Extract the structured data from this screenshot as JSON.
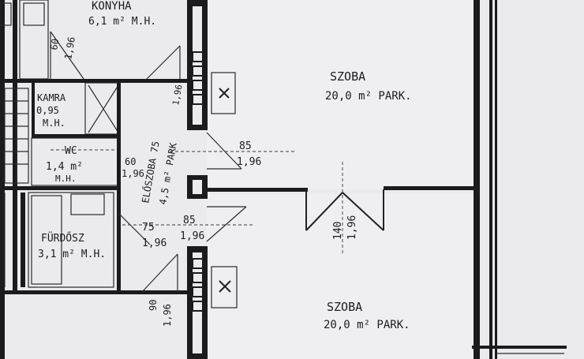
{
  "rooms": {
    "kitchen": {
      "name": "KONYHA",
      "area": "6,1 m² M.H."
    },
    "pantry": {
      "name": "KAMRA",
      "area": "0,95",
      "floor": "M.H."
    },
    "wc": {
      "name": "WC",
      "area": "1,4 m²",
      "floor": "M.H."
    },
    "hall": {
      "name": "ELŐSZOBA 75",
      "area": "4,5 m² PARK"
    },
    "bathroom": {
      "name": "FÜRDŐSZ",
      "area": "3,1 m² M.H."
    },
    "room_top": {
      "name": "SZOBA",
      "area": "20,0 m² PARK."
    },
    "room_bottom": {
      "name": "SZOBA",
      "area": "20,0 m² PARK."
    }
  },
  "doors": {
    "kitchen_door": {
      "width": "60",
      "height": "1,96"
    },
    "hall_side": {
      "height": "1,96"
    },
    "room_top_door": {
      "width": "85",
      "height": "1,96"
    },
    "wc_door": {
      "width": "60",
      "height": "1,96"
    },
    "bath_door": {
      "width": "75",
      "height": "1,96"
    },
    "room_bot_door": {
      "width": "85",
      "height": "1,96"
    },
    "between_rooms": {
      "width": "140",
      "height": "1,96"
    },
    "lower_door": {
      "width": "90",
      "height": "1,96"
    }
  }
}
